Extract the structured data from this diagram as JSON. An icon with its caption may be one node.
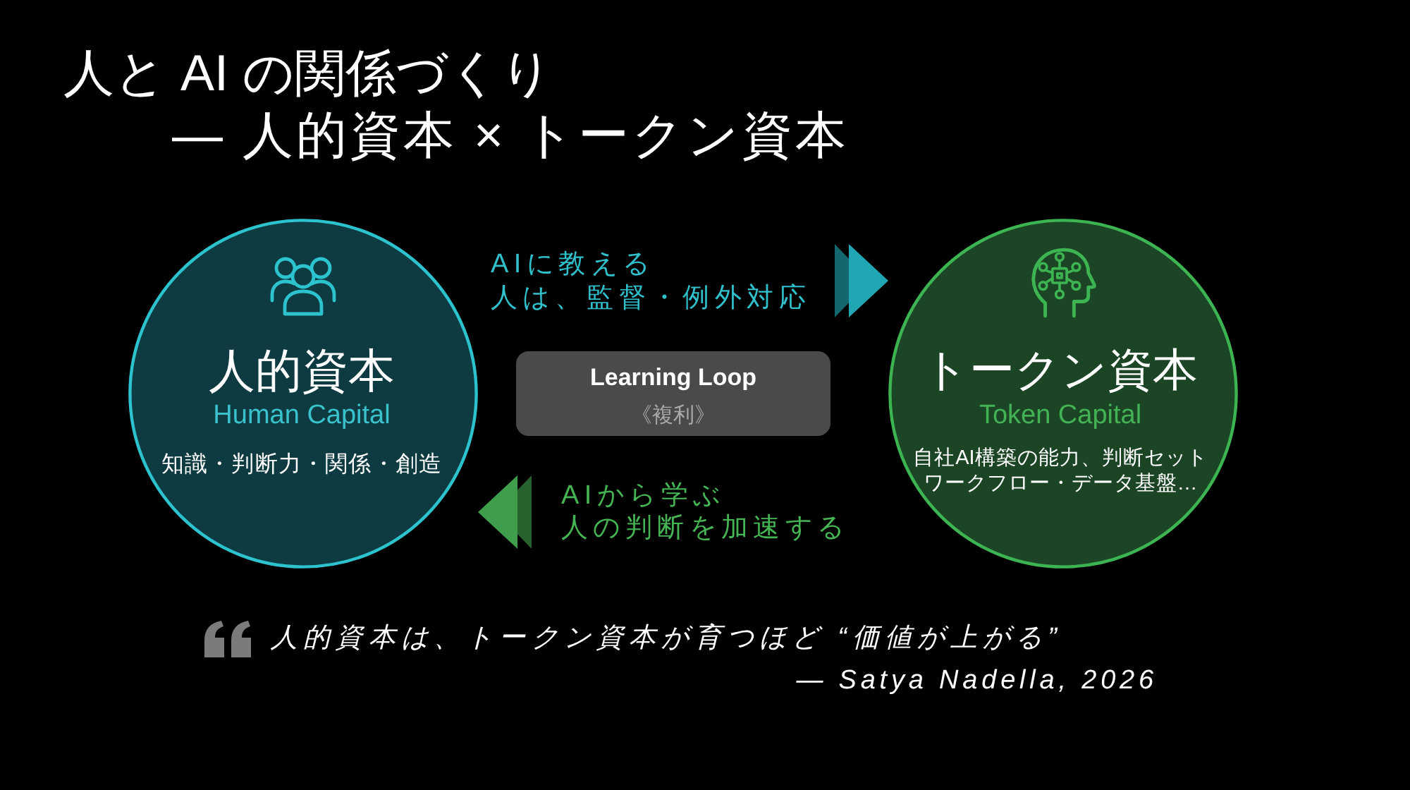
{
  "diagram": {
    "title": "人と AI の関係づくり",
    "nodes": [
      {
        "text": [
          "人的資本",
          "Human Capital",
          "知識・判断力・関係・創造"
        ]
      },
      {
        "text": [
          "Learning Loop",
          "《複利》"
        ]
      },
      {
        "text": [
          "トークン資本",
          "Token Capital",
          "自社AI構築の能力、判断セットワークフロー・データ基盤…"
        ]
      }
    ],
    "edges": [
      {
        "from": null,
        "to": 2,
        "arrow": "to",
        "color": "#21a6b3"
      },
      {
        "from": null,
        "to": 0,
        "arrow": "to",
        "color": "#3f9e4b"
      }
    ],
    "labels": [
      "— 人的資本 × トークン資本",
      "AIに教える",
      "人は、監督・例外対応",
      "AIから学ぶ",
      "人の判断を加速する",
      "人的資本は、トークン資本が育つほど “価値が上がる”",
      "— Satya Nadella, 2026"
    ]
  }
}
